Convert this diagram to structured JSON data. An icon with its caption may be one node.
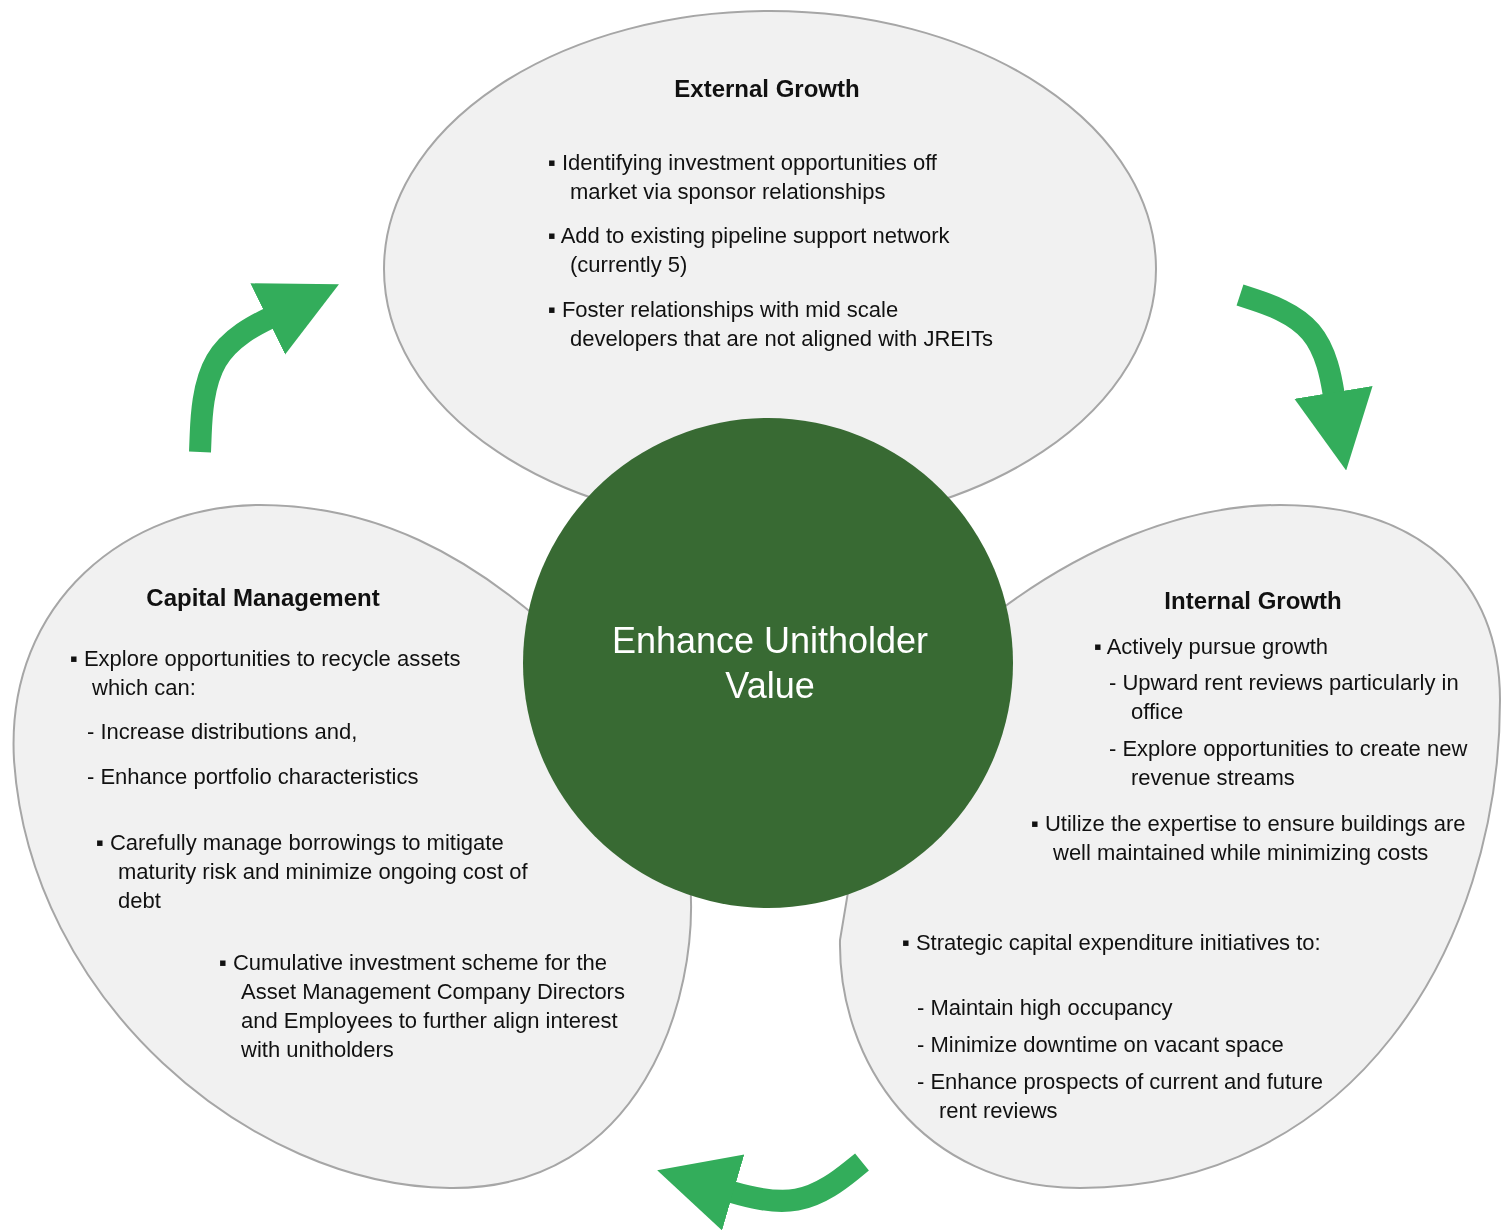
{
  "diagram": {
    "nodes": [
      {
        "text": [
          "External Growth",
          "▪ Identifying investment opportunities off market via sponsor relationships",
          "▪ Add to existing pipeline support network (currently 5)",
          "▪ Foster relationships with mid scale developers that are not aligned with JREITs"
        ]
      },
      {
        "text": [
          "Capital Management",
          "▪ Explore opportunities to recycle assets which can:",
          "- Increase distributions and,",
          "- Enhance portfolio characteristics",
          "▪ Carefully manage borrowings to mitigate maturity risk and minimize ongoing cost of debt",
          "▪ Cumulative investment scheme for the Asset Management Company Directors and Employees to further align interest with unitholders"
        ]
      },
      {
        "text": [
          "Internal Growth",
          "▪ Actively pursue growth",
          "- Upward rent reviews particularly in office",
          "- Explore opportunities to create new revenue streams",
          "▪ Utilize the expertise to ensure buildings are well maintained while minimizing costs",
          "▪ Strategic capital expenditure initiatives to:",
          "- Maintain high occupancy",
          "- Minimize downtime on vacant space",
          "- Enhance prospects of current and future rent reviews"
        ]
      },
      {
        "text": [
          "Enhance Unitholder Value"
        ]
      }
    ],
    "edges": [
      {
        "from": 1,
        "to": 0,
        "arrow": "to"
      },
      {
        "from": 0,
        "to": 2,
        "arrow": "to"
      },
      {
        "from": 2,
        "to": 1,
        "arrow": "to"
      }
    ]
  }
}
